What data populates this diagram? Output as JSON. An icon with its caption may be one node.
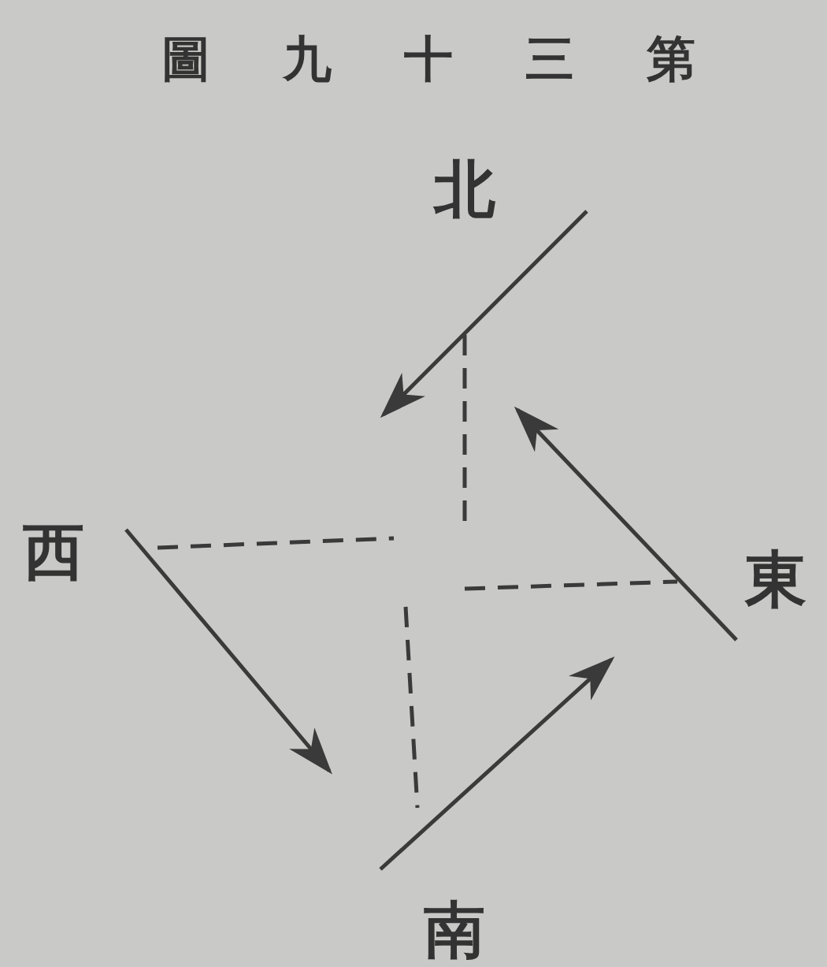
{
  "diagram": {
    "title": "圖九十三第",
    "labels": [
      "北",
      "西",
      "東",
      "南"
    ]
  }
}
